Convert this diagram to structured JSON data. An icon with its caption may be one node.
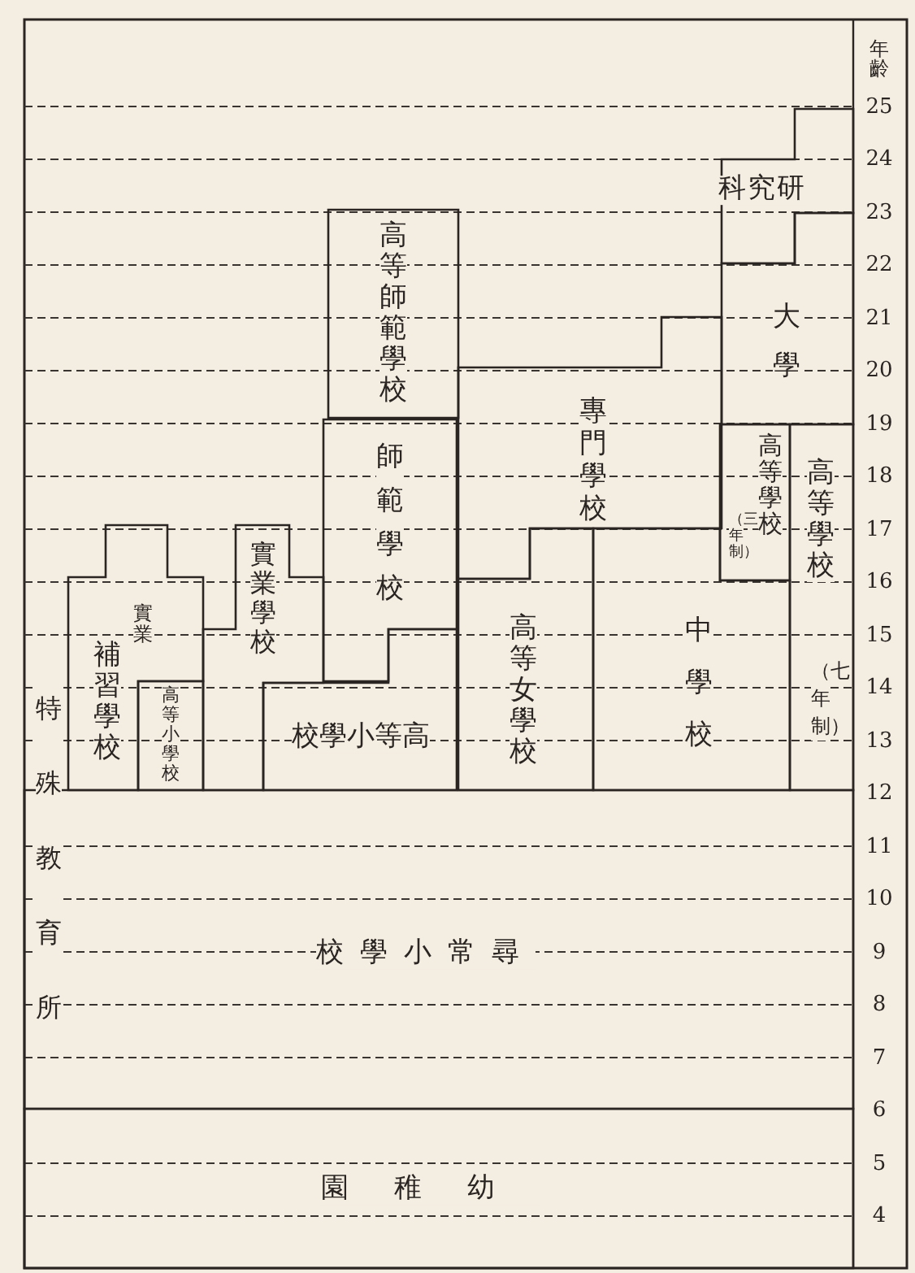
{
  "diagram": {
    "nodes": [
      {
        "text": [
          "科究研"
        ]
      },
      {
        "text": [
          "高等師範學校"
        ]
      },
      {
        "text": [
          "大學"
        ]
      },
      {
        "text": [
          "專門學校"
        ]
      },
      {
        "text": [
          "師範學校"
        ]
      },
      {
        "text": [
          "高等學校",
          "（三年制）"
        ]
      },
      {
        "text": [
          "高等學校",
          "（七年制）"
        ]
      },
      {
        "text": [
          "實業學校"
        ]
      },
      {
        "text": [
          "實業",
          "補習學校"
        ]
      },
      {
        "text": [
          "高等女學校"
        ]
      },
      {
        "text": [
          "中學校"
        ]
      },
      {
        "text": [
          "校學小等高"
        ]
      },
      {
        "text": [
          "高等小學校"
        ]
      },
      {
        "text": [
          "校學小常尋"
        ]
      },
      {
        "text": [
          "園稚幼"
        ]
      }
    ],
    "labels": [
      "年齡",
      "25",
      "24",
      "23",
      "22",
      "21",
      "20",
      "19",
      "18",
      "17",
      "16",
      "15",
      "14",
      "13",
      "12",
      "11",
      "10",
      "9",
      "8",
      "7",
      "6",
      "5",
      "4",
      "特殊教育所"
    ]
  }
}
